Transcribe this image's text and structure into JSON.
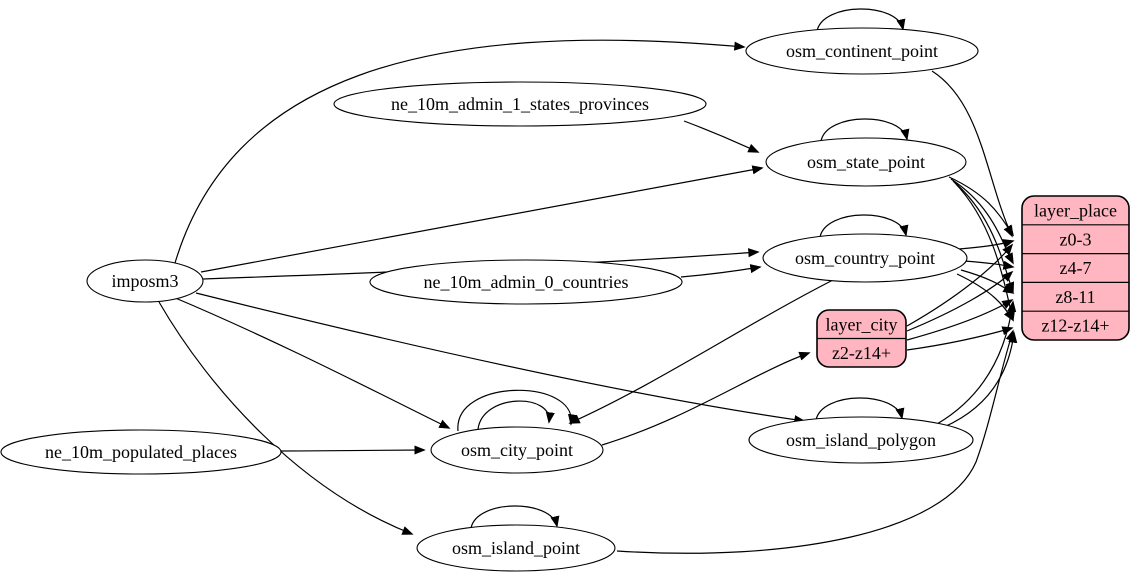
{
  "diagram": {
    "type": "etl-dependency-graph",
    "colors": {
      "background": "#ffffff",
      "node_fill": "#ffffff",
      "record_fill": "#ffb6c1",
      "stroke": "#000000",
      "text": "#000000"
    },
    "nodes": [
      {
        "id": "imposm3",
        "shape": "ellipse",
        "label": "imposm3"
      },
      {
        "id": "ne_10m_admin_1_states_provinces",
        "shape": "ellipse",
        "label": "ne_10m_admin_1_states_provinces"
      },
      {
        "id": "ne_10m_admin_0_countries",
        "shape": "ellipse",
        "label": "ne_10m_admin_0_countries"
      },
      {
        "id": "ne_10m_populated_places",
        "shape": "ellipse",
        "label": "ne_10m_populated_places"
      },
      {
        "id": "osm_continent_point",
        "shape": "ellipse",
        "label": "osm_continent_point"
      },
      {
        "id": "osm_state_point",
        "shape": "ellipse",
        "label": "osm_state_point"
      },
      {
        "id": "osm_country_point",
        "shape": "ellipse",
        "label": "osm_country_point"
      },
      {
        "id": "osm_city_point",
        "shape": "ellipse",
        "label": "osm_city_point"
      },
      {
        "id": "osm_island_polygon",
        "shape": "ellipse",
        "label": "osm_island_polygon"
      },
      {
        "id": "osm_island_point",
        "shape": "ellipse",
        "label": "osm_island_point"
      },
      {
        "id": "layer_city",
        "shape": "record",
        "rows": [
          "layer_city",
          "z2-z14+"
        ]
      },
      {
        "id": "layer_place",
        "shape": "record",
        "rows": [
          "layer_place",
          "z0-3",
          "z4-7",
          "z8-11",
          "z12-z14+"
        ]
      }
    ],
    "edges": [
      {
        "from": "imposm3",
        "to": "osm_continent_point"
      },
      {
        "from": "imposm3",
        "to": "osm_state_point"
      },
      {
        "from": "imposm3",
        "to": "osm_country_point"
      },
      {
        "from": "imposm3",
        "to": "osm_city_point"
      },
      {
        "from": "imposm3",
        "to": "osm_island_polygon"
      },
      {
        "from": "imposm3",
        "to": "osm_island_point"
      },
      {
        "from": "ne_10m_admin_1_states_provinces",
        "to": "osm_state_point"
      },
      {
        "from": "ne_10m_admin_0_countries",
        "to": "osm_country_point"
      },
      {
        "from": "ne_10m_populated_places",
        "to": "osm_city_point"
      },
      {
        "from": "osm_continent_point",
        "to": "osm_continent_point"
      },
      {
        "from": "osm_state_point",
        "to": "osm_state_point"
      },
      {
        "from": "osm_country_point",
        "to": "osm_country_point"
      },
      {
        "from": "osm_city_point",
        "to": "osm_city_point"
      },
      {
        "from": "osm_city_point",
        "to": "osm_city_point"
      },
      {
        "from": "osm_island_polygon",
        "to": "osm_island_polygon"
      },
      {
        "from": "osm_island_point",
        "to": "osm_island_point"
      },
      {
        "from": "osm_country_point",
        "to": "osm_city_point"
      },
      {
        "from": "osm_city_point",
        "to": "layer_city",
        "to_port": "z2-z14+"
      },
      {
        "from": "osm_continent_point",
        "to": "layer_place",
        "to_port": "z0-3"
      },
      {
        "from": "osm_state_point",
        "to": "layer_place",
        "to_port": "z0-3"
      },
      {
        "from": "osm_state_point",
        "to": "layer_place",
        "to_port": "z4-7"
      },
      {
        "from": "osm_state_point",
        "to": "layer_place",
        "to_port": "z8-11"
      },
      {
        "from": "osm_state_point",
        "to": "layer_place",
        "to_port": "z12-z14+"
      },
      {
        "from": "osm_country_point",
        "to": "layer_place",
        "to_port": "z0-3"
      },
      {
        "from": "osm_country_point",
        "to": "layer_place",
        "to_port": "z4-7"
      },
      {
        "from": "osm_country_point",
        "to": "layer_place",
        "to_port": "z8-11"
      },
      {
        "from": "osm_country_point",
        "to": "layer_place",
        "to_port": "z12-z14+"
      },
      {
        "from": "layer_city",
        "from_port": "z2-z14+",
        "to": "layer_place",
        "to_port": "z0-3"
      },
      {
        "from": "layer_city",
        "from_port": "z2-z14+",
        "to": "layer_place",
        "to_port": "z4-7"
      },
      {
        "from": "layer_city",
        "from_port": "z2-z14+",
        "to": "layer_place",
        "to_port": "z8-11"
      },
      {
        "from": "layer_city",
        "from_port": "z2-z14+",
        "to": "layer_place",
        "to_port": "z12-z14+"
      },
      {
        "from": "osm_island_polygon",
        "to": "layer_place",
        "to_port": "z8-11"
      },
      {
        "from": "osm_island_polygon",
        "to": "layer_place",
        "to_port": "z12-z14+"
      },
      {
        "from": "osm_island_point",
        "to": "layer_place",
        "to_port": "z12-z14+"
      }
    ]
  }
}
